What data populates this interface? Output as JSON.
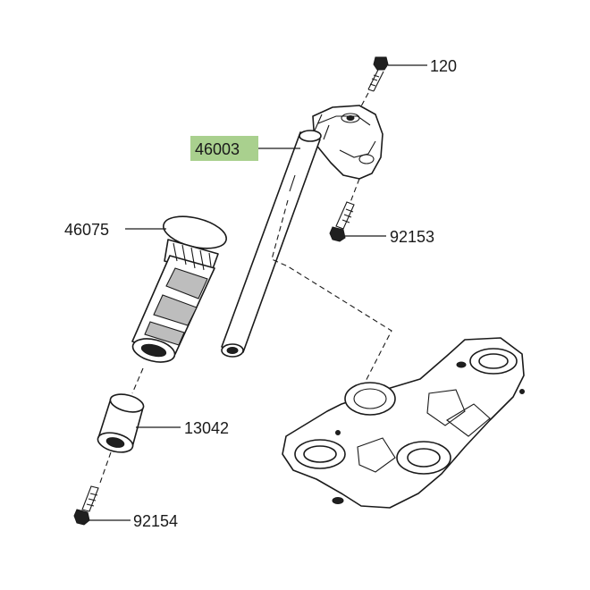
{
  "parts": {
    "p120": {
      "number": "120"
    },
    "p46003": {
      "number": "46003",
      "highlight_color": "#a9d08e"
    },
    "p92153": {
      "number": "92153"
    },
    "p46075": {
      "number": "46075"
    },
    "p13042": {
      "number": "13042"
    },
    "p92154": {
      "number": "92154"
    }
  }
}
